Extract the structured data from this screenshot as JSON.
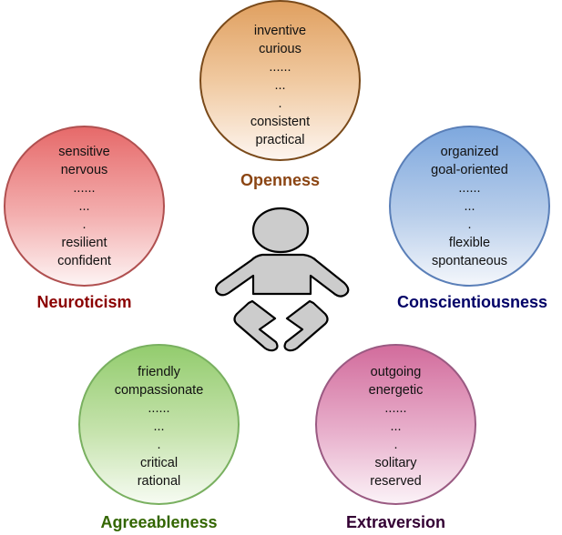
{
  "traits": {
    "openness": {
      "label": "Openness",
      "color": "#8b4513",
      "lines": [
        "inventive",
        "curious",
        "......",
        "...",
        ".",
        "consistent",
        "practical"
      ]
    },
    "neuroticism": {
      "label": "Neuroticism",
      "color": "#8b0000",
      "lines": [
        "sensitive",
        "nervous",
        "......",
        "...",
        ".",
        "resilient",
        "confident"
      ]
    },
    "conscientiousness": {
      "label": "Conscientiousness",
      "color": "#000066",
      "lines": [
        "organized",
        "goal-oriented",
        "......",
        "...",
        ".",
        "flexible",
        "spontaneous"
      ]
    },
    "agreeableness": {
      "label": "Agreeableness",
      "color": "#336600",
      "lines": [
        "friendly",
        "compassionate",
        "......",
        "...",
        ".",
        "critical",
        "rational"
      ]
    },
    "extraversion": {
      "label": "Extraversion",
      "color": "#330033",
      "lines": [
        "outgoing",
        "energetic",
        "......",
        "...",
        ".",
        "solitary",
        "reserved"
      ]
    }
  },
  "center_icon": "baby-icon"
}
